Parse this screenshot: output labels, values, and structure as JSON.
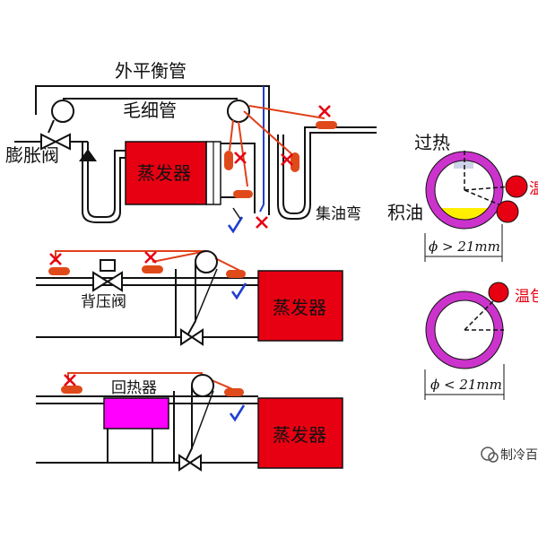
{
  "labels": {
    "outer_balance_pipe": "外平衡管",
    "capillary_tube": "毛细管",
    "expansion_valve": "膨胀阀",
    "evaporator_1": "蒸发器",
    "oil_trap": "集油弯",
    "back_pressure_valve": "背压阀",
    "evaporator_2": "蒸发器",
    "regenerator": "回热器",
    "evaporator_3": "蒸发器",
    "superheat": "过热",
    "oil_accumulation": "积油",
    "temp_sense_1": "温",
    "temp_sense_2": "温包",
    "dia_large": "ϕ > 21mm",
    "dia_small": "ϕ < 21mm",
    "watermark": "制冷百"
  },
  "colors": {
    "evaporator": "#e60012",
    "regenerator": "#ff00ff",
    "bulb": "#e04a1a",
    "pipe_ring": "#cc33cc",
    "capillary_red": "#e0401a",
    "check_blue": "#1f3fcf",
    "oil_yellow": "#ffee00",
    "line": "#111111"
  },
  "marks": {
    "correct": "check-mark",
    "wrong": "cross-mark"
  }
}
